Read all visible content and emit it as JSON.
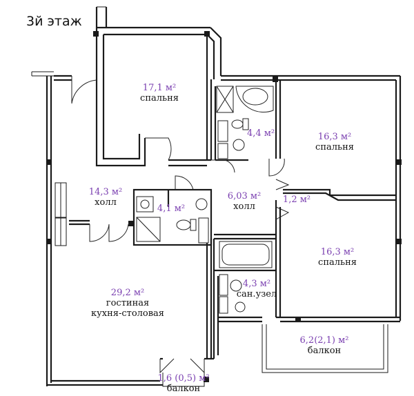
{
  "floor_title": "3й этаж",
  "rooms": [
    {
      "id": "bedroom-1",
      "area": "17,1 м²",
      "name": "спальня"
    },
    {
      "id": "bath-1",
      "area": "4,4 м²",
      "name": ""
    },
    {
      "id": "bedroom-2",
      "area": "16,3 м²",
      "name": "спальня"
    },
    {
      "id": "hall-1",
      "area": "14,3 м²",
      "name": "холл"
    },
    {
      "id": "bath-2",
      "area": "4,1 м²",
      "name": ""
    },
    {
      "id": "hall-2",
      "area": "6,03 м²",
      "name": "холл"
    },
    {
      "id": "closet",
      "area": "1,2 м²",
      "name": ""
    },
    {
      "id": "bedroom-3",
      "area": "16,3 м²",
      "name": "спальня"
    },
    {
      "id": "living",
      "area": "29,2 м²",
      "name": "гостиная",
      "name2": "кухня-столовая"
    },
    {
      "id": "bath-3",
      "area": "4,3 м²",
      "name": "сан.узел"
    },
    {
      "id": "balcony-1",
      "area": "6,2(2,1) м²",
      "name": "балкон"
    },
    {
      "id": "balcony-2",
      "area": "1,6 (0,5) м²",
      "name": "балкон"
    }
  ]
}
